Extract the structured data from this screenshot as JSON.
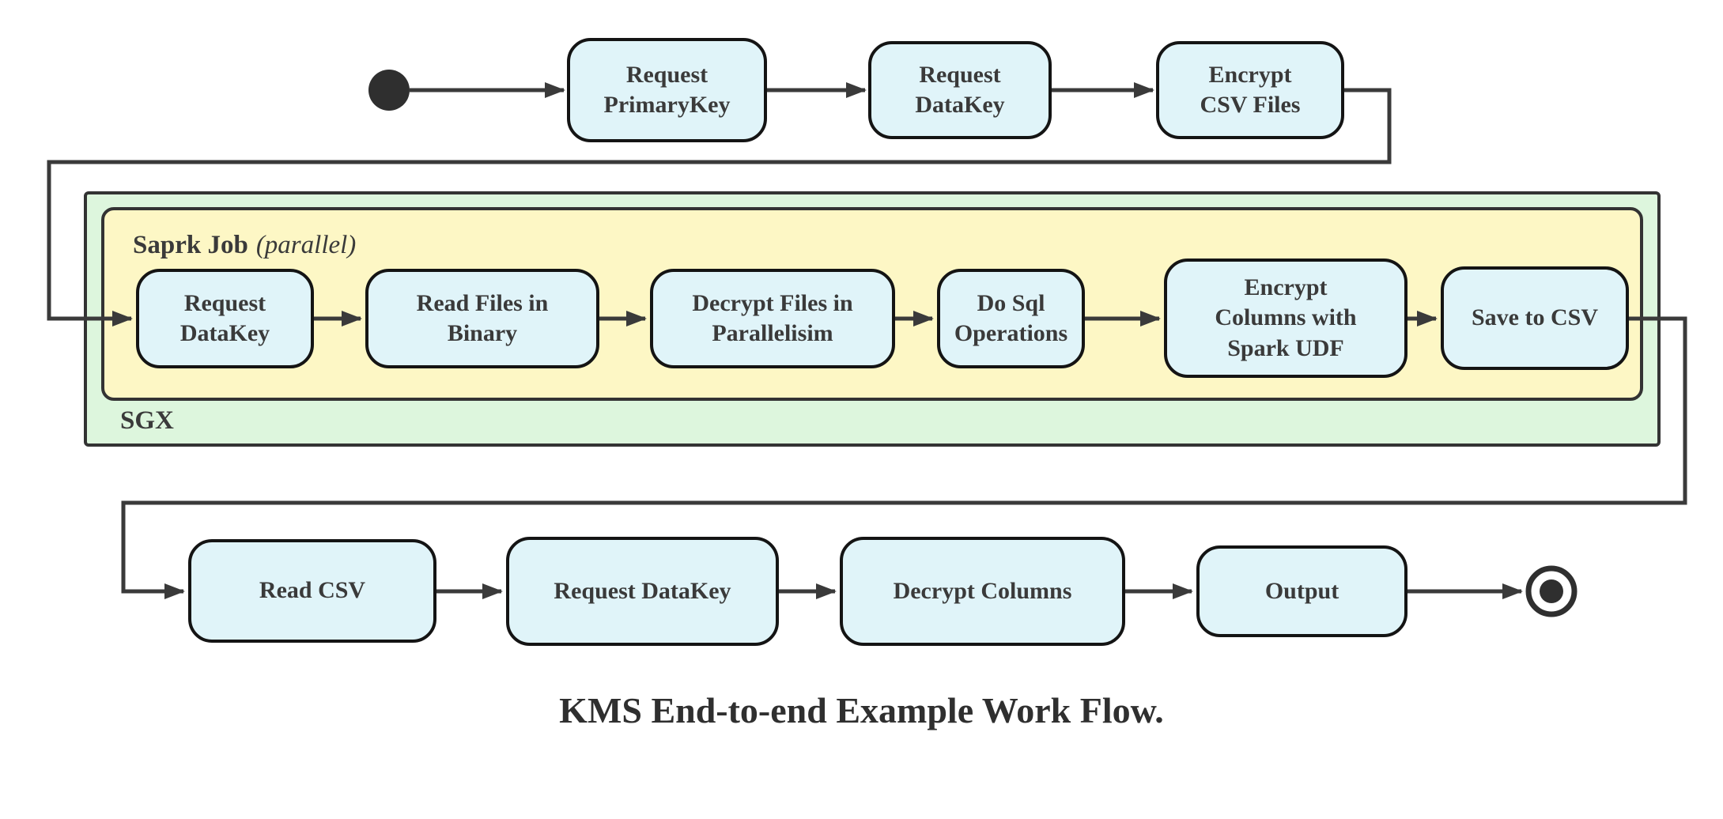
{
  "title": "KMS End-to-end Example Work Flow.",
  "colors": {
    "node_fill": "#e0f4f9",
    "node_border": "#141414",
    "spark_box_fill": "#fdf7c5",
    "sgx_box_fill": "#ddf6dd",
    "box_border": "#333333",
    "line": "#3a3a3a",
    "text": "#3a3a3a"
  },
  "containers": {
    "spark_label": "Saprk Job",
    "spark_label_note": "(parallel)",
    "sgx_label": "SGX"
  },
  "nodes": {
    "top_row": [
      {
        "label": "Request\nPrimaryKey"
      },
      {
        "label": "Request\nDataKey"
      },
      {
        "label": "Encrypt\nCSV Files"
      }
    ],
    "spark_row": [
      {
        "label": "Request\nDataKey"
      },
      {
        "label": "Read Files in\nBinary"
      },
      {
        "label": "Decrypt Files in\nParallelisim"
      },
      {
        "label": "Do Sql\nOperations"
      },
      {
        "label": "Encrypt\nColumns with\nSpark UDF"
      },
      {
        "label": "Save to CSV"
      }
    ],
    "bottom_row": [
      {
        "label": "Read CSV"
      },
      {
        "label": "Request DataKey"
      },
      {
        "label": "Decrypt Columns"
      },
      {
        "label": "Output"
      }
    ]
  }
}
